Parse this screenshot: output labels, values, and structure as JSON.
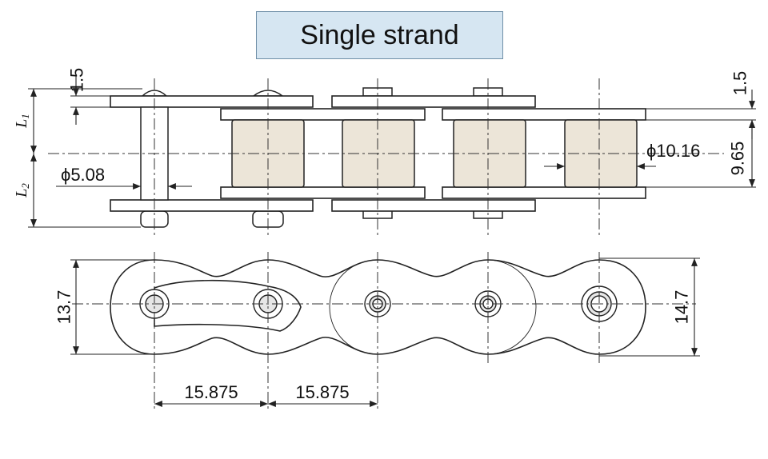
{
  "title": "Single strand",
  "labels": {
    "l1_letter": "L",
    "l1_sub": "1",
    "l2_letter": "L",
    "l2_sub": "2",
    "plate_thickness_left": "1.5",
    "plate_thickness_right": "1.5",
    "pin_diameter": "ϕ5.08",
    "roller_diameter": "ϕ10.16",
    "inner_width": "9.65",
    "roller_link_height": "13.7",
    "pin_link_height": "14.7",
    "pitch_1": "15.875",
    "pitch_2": "15.875"
  }
}
